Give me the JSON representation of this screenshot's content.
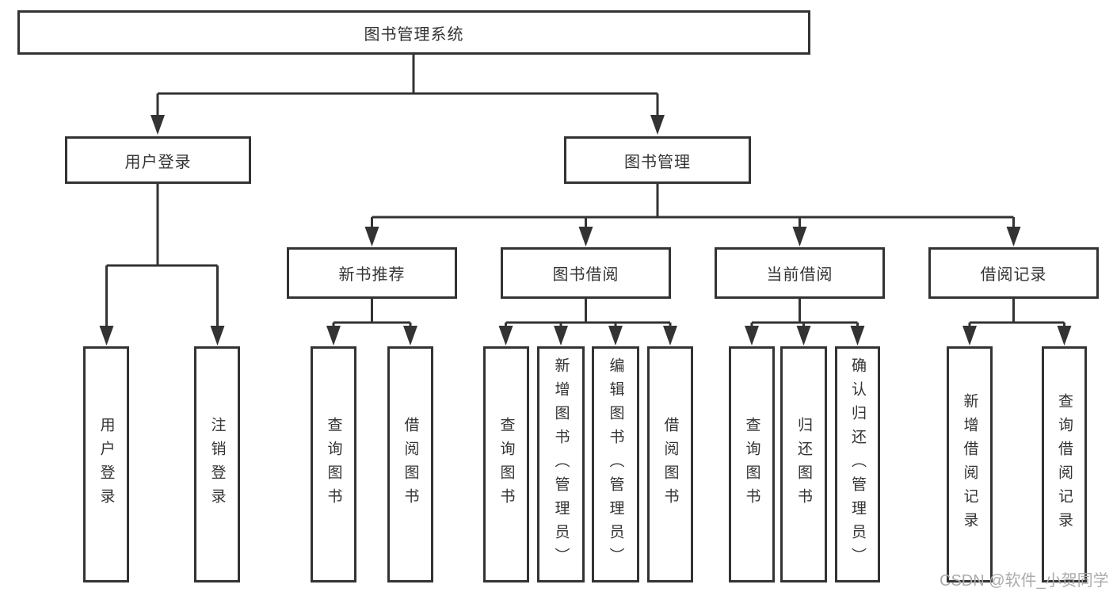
{
  "diagram": {
    "watermark": "CSDN @软件_小贺同学",
    "colors": {
      "line": "#333333",
      "border": "#333333",
      "text": "#333333",
      "watermark": "#ababab",
      "background": "#ffffff"
    },
    "tree": {
      "root": {
        "label": "图书管理系统"
      },
      "level2": [
        {
          "label": "用户登录",
          "children": [
            {
              "label": "用户登录"
            },
            {
              "label": "注销登录"
            }
          ]
        },
        {
          "label": "图书管理",
          "children": [
            {
              "label": "新书推荐",
              "children": [
                {
                  "label": "查询图书"
                },
                {
                  "label": "借阅图书"
                }
              ]
            },
            {
              "label": "图书借阅",
              "children": [
                {
                  "label": "查询图书"
                },
                {
                  "label": "新增图书（管理员）"
                },
                {
                  "label": "编辑图书（管理员）"
                },
                {
                  "label": "借阅图书"
                }
              ]
            },
            {
              "label": "当前借阅",
              "children": [
                {
                  "label": "查询图书"
                },
                {
                  "label": "归还图书"
                },
                {
                  "label": "确认归还（管理员）"
                }
              ]
            },
            {
              "label": "借阅记录",
              "children": [
                {
                  "label": "新增借阅记录"
                },
                {
                  "label": "查询借阅记录"
                }
              ]
            }
          ]
        }
      ]
    }
  }
}
